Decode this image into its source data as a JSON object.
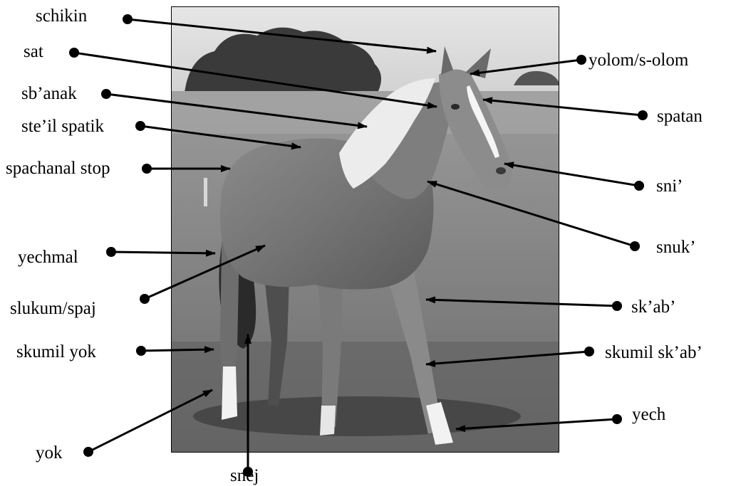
{
  "diagram": {
    "image_alt": "horse",
    "labels": {
      "schikin": "schikin",
      "sat": "sat",
      "sbanak": "sb’anak",
      "steil_spatik": "ste’il spatik",
      "spachanal_stop": "spachanal stop",
      "yechmal": "yechmal",
      "slukum_spaj": "slukum/spaj",
      "skumil_yok": "skumil yok",
      "yok": "yok",
      "snej": "snej",
      "yolom_solom": "yolom/s-olom",
      "spatan": "spatan",
      "sni": "sni’",
      "snuk": "snuk’",
      "skab": "sk’ab’",
      "skumil_skab": "skumil sk’ab’",
      "yech": "yech"
    }
  }
}
